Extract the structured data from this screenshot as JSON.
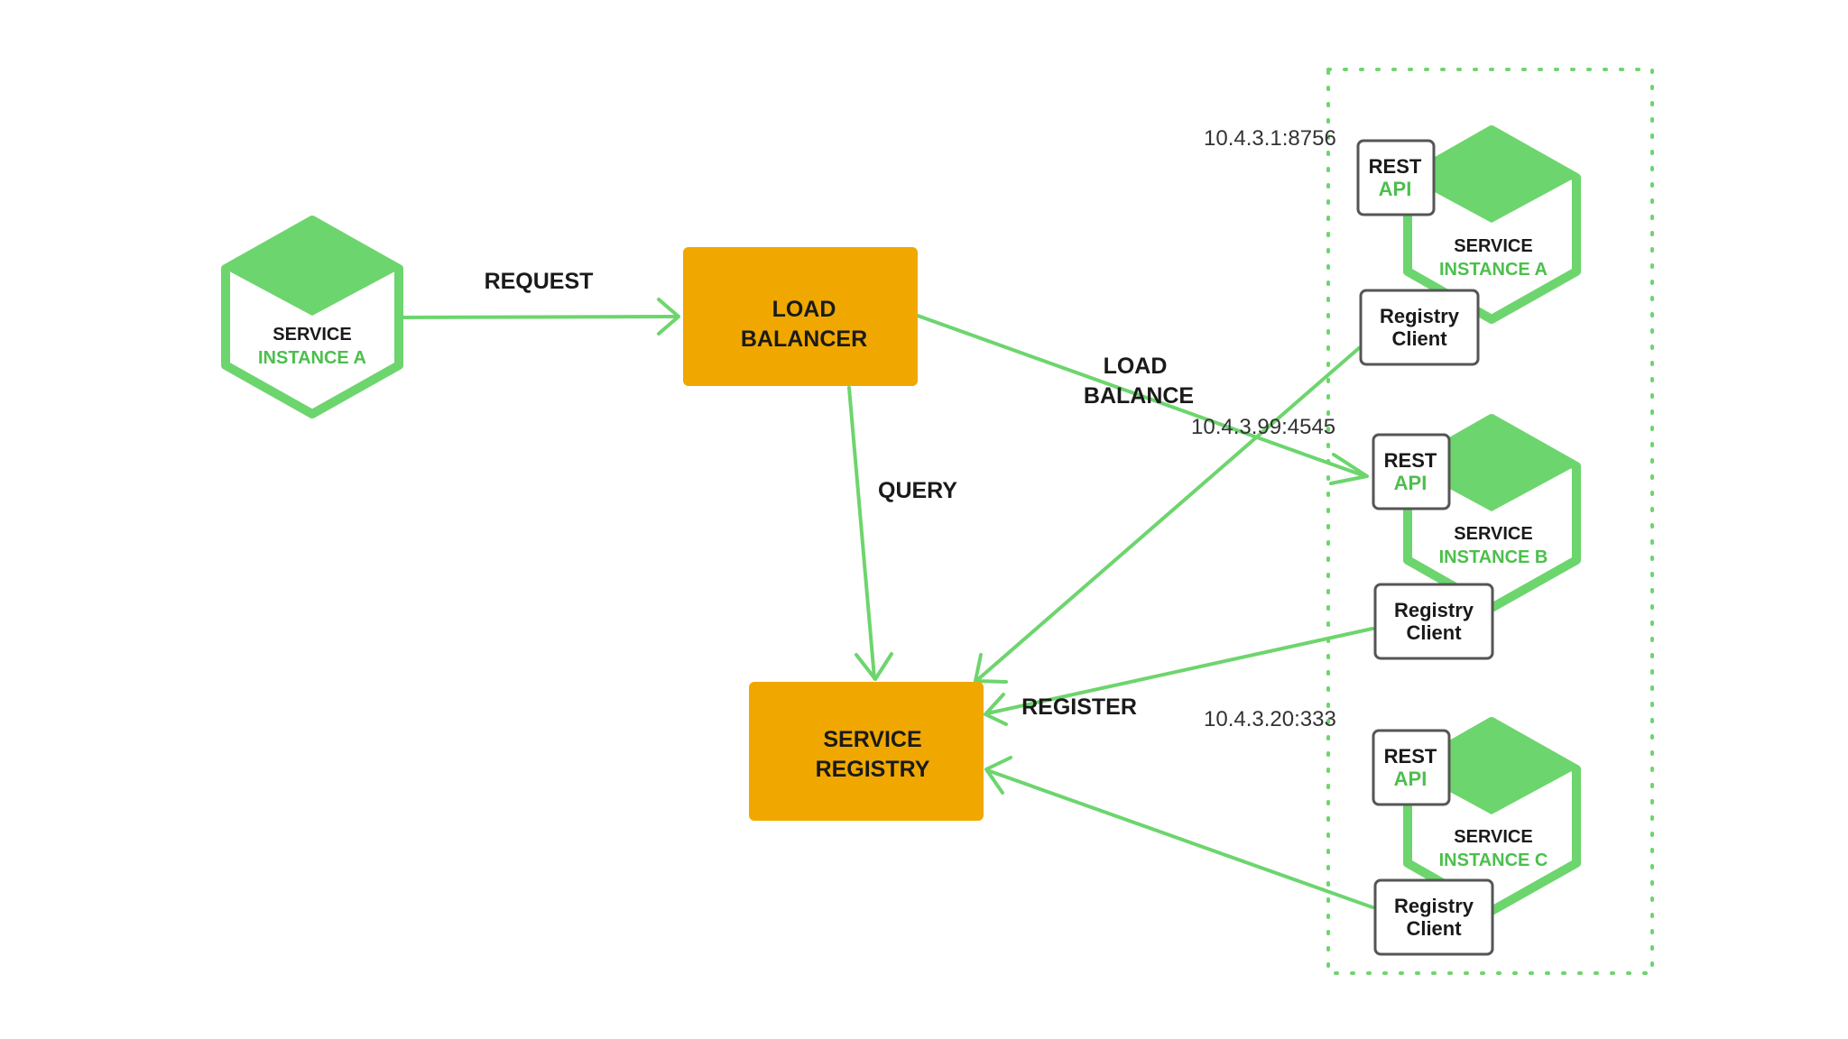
{
  "colors": {
    "green": "#6dd56d",
    "green_text": "#4cbf4c",
    "orange": "#f0a800",
    "dark_text": "#1a1a1a"
  },
  "client": {
    "line1": "SERVICE",
    "line2": "INSTANCE A"
  },
  "load_balancer": {
    "line1": "LOAD",
    "line2": "BALANCER"
  },
  "service_registry": {
    "line1": "SERVICE",
    "line2": "REGISTRY"
  },
  "edges": {
    "request": "REQUEST",
    "query": "QUERY",
    "load_balance_line1": "LOAD",
    "load_balance_line2": "BALANCE",
    "register": "REGISTER"
  },
  "instances": [
    {
      "address": "10.4.3.1:8756",
      "rest_line1": "REST",
      "rest_line2": "API",
      "service_line1": "SERVICE",
      "service_line2": "INSTANCE A",
      "registry_line1": "Registry",
      "registry_line2": "Client"
    },
    {
      "address": "10.4.3.99:4545",
      "rest_line1": "REST",
      "rest_line2": "API",
      "service_line1": "SERVICE",
      "service_line2": "INSTANCE B",
      "registry_line1": "Registry",
      "registry_line2": "Client"
    },
    {
      "address": "10.4.3.20:333",
      "rest_line1": "REST",
      "rest_line2": "API",
      "service_line1": "SERVICE",
      "service_line2": "INSTANCE C",
      "registry_line1": "Registry",
      "registry_line2": "Client"
    }
  ]
}
